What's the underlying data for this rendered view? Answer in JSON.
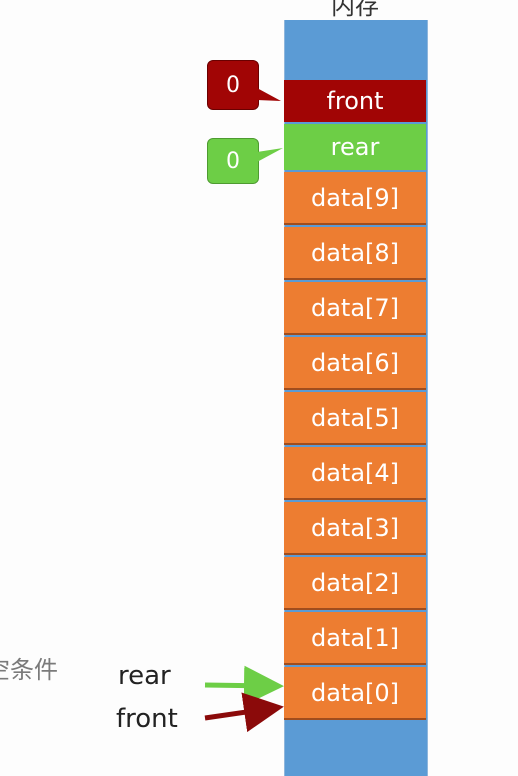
{
  "diagram": {
    "title": "内存",
    "cells": {
      "front": "front",
      "rear": "rear",
      "data": [
        "data[9]",
        "data[8]",
        "data[7]",
        "data[6]",
        "data[5]",
        "data[4]",
        "data[3]",
        "data[2]",
        "data[1]",
        "data[0]"
      ]
    },
    "pointer_values": {
      "front": "0",
      "rear": "0"
    },
    "arrow_labels": {
      "rear": "rear",
      "front": "front"
    },
    "side_text": "空条件",
    "colors": {
      "memory": "#5b9bd5",
      "data_cell": "#ed7d31",
      "front": "#a10505",
      "rear": "#6dce46",
      "arrow_rear": "#6dce46",
      "arrow_front": "#8b0a0a"
    }
  }
}
